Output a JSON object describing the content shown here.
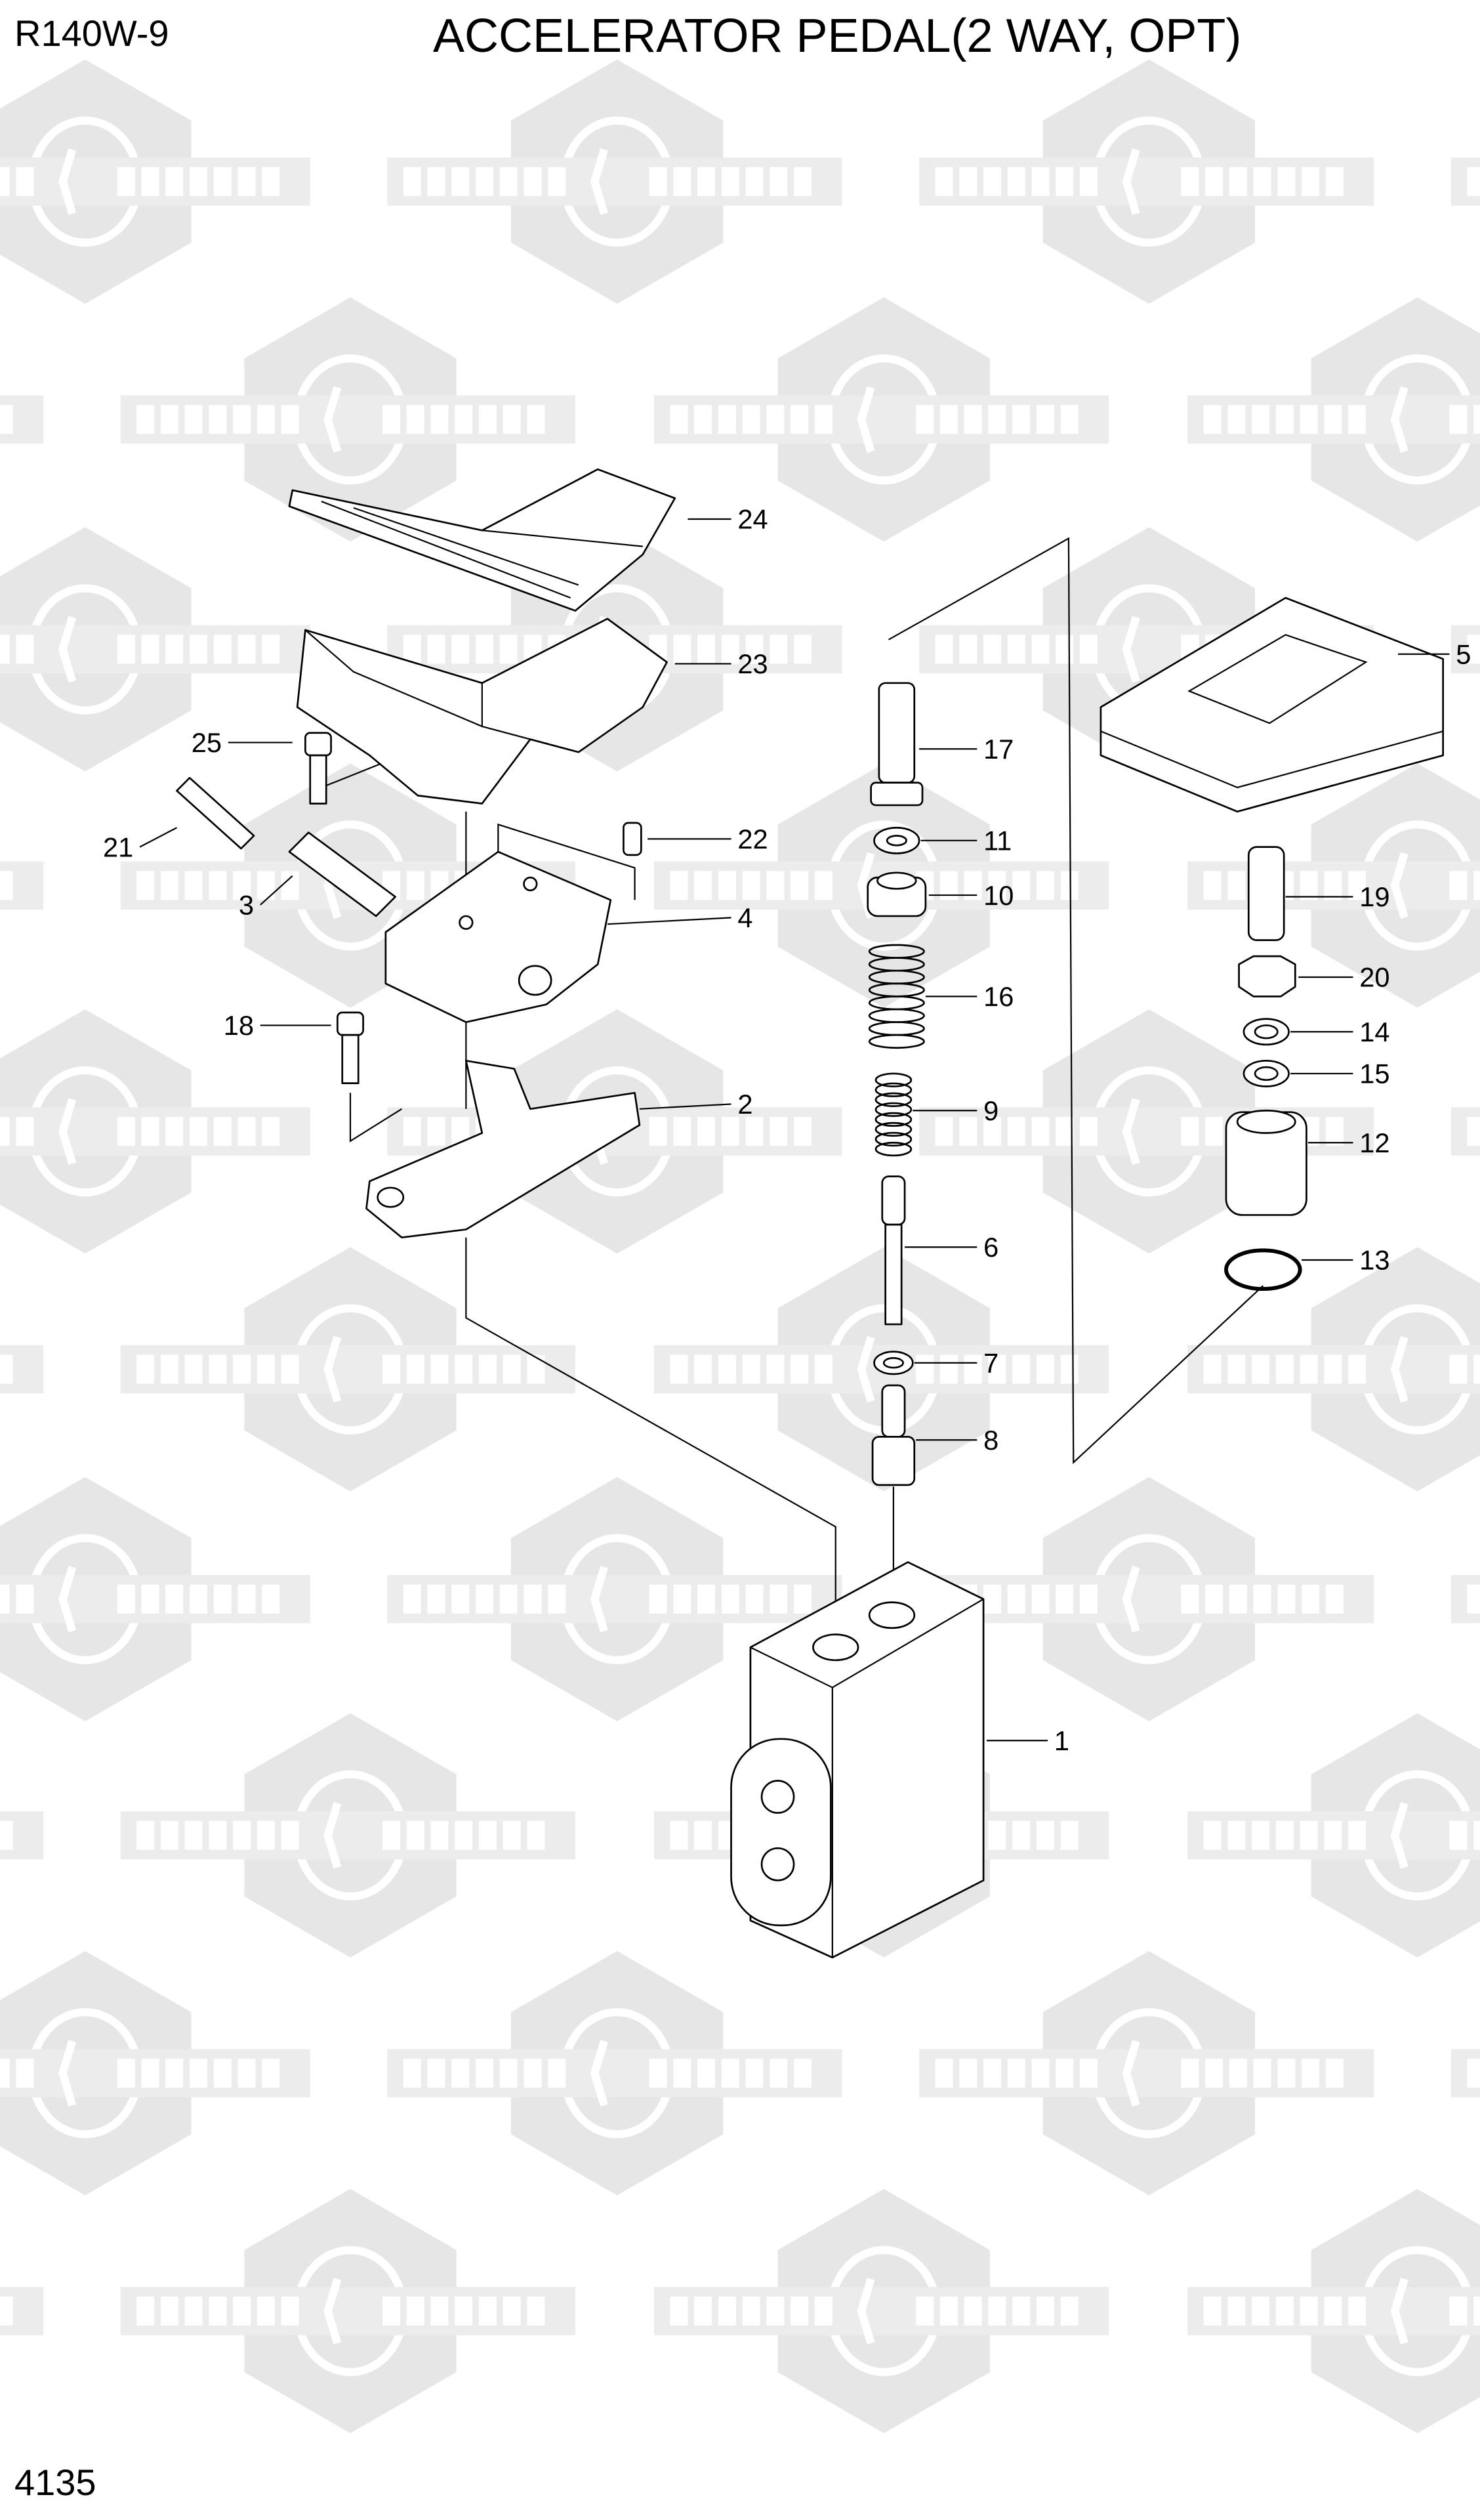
{
  "header": {
    "model": "R140W-9",
    "title": "ACCELERATOR PEDAL(2 WAY, OPT)"
  },
  "footer": {
    "page_code": "4135"
  },
  "watermark": {
    "text_left": "КОМПАРТ",
    "text_right": "COMPART",
    "color": "#e6e6e6"
  },
  "callouts": [
    {
      "id": "24",
      "label": "24"
    },
    {
      "id": "23",
      "label": "23"
    },
    {
      "id": "25",
      "label": "25"
    },
    {
      "id": "21",
      "label": "21"
    },
    {
      "id": "22",
      "label": "22"
    },
    {
      "id": "3",
      "label": "3"
    },
    {
      "id": "4",
      "label": "4"
    },
    {
      "id": "18",
      "label": "18"
    },
    {
      "id": "2",
      "label": "2"
    },
    {
      "id": "17",
      "label": "17"
    },
    {
      "id": "11",
      "label": "11"
    },
    {
      "id": "10",
      "label": "10"
    },
    {
      "id": "16",
      "label": "16"
    },
    {
      "id": "9",
      "label": "9"
    },
    {
      "id": "6",
      "label": "6"
    },
    {
      "id": "7",
      "label": "7"
    },
    {
      "id": "8",
      "label": "8"
    },
    {
      "id": "1",
      "label": "1"
    },
    {
      "id": "5",
      "label": "5"
    },
    {
      "id": "19",
      "label": "19"
    },
    {
      "id": "20",
      "label": "20"
    },
    {
      "id": "14",
      "label": "14"
    },
    {
      "id": "15",
      "label": "15"
    },
    {
      "id": "12",
      "label": "12"
    },
    {
      "id": "13",
      "label": "13"
    }
  ]
}
